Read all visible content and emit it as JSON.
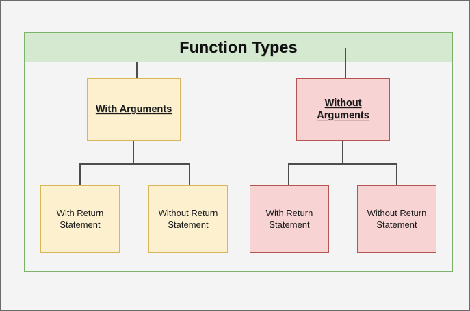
{
  "diagram": {
    "type": "tree",
    "title": "Function Types",
    "colors": {
      "page_background": "#f4f4f4",
      "outer_border": "#6b6b6b",
      "container_border": "#7cb36a",
      "title_fill": "#d5e8d0",
      "title_border": "#7cb36a",
      "yellow_fill": "#fdf0ce",
      "yellow_border": "#d6b656",
      "pink_fill": "#f7d3d3",
      "pink_border": "#b85450",
      "connector": "#4d4d4d",
      "text": "#1a1a1a"
    },
    "nodes": {
      "root": {
        "label": "Function Types"
      },
      "with_arguments": {
        "label": "With Arguments"
      },
      "without_arguments": {
        "label": "Without Arguments"
      },
      "with_args_with_return": {
        "label": "With Return Statement"
      },
      "with_args_without_return": {
        "label": "Without Return Statement"
      },
      "without_args_with_return": {
        "label": "With Return Statement"
      },
      "without_args_without_return": {
        "label": "Without Return Statement"
      }
    }
  }
}
